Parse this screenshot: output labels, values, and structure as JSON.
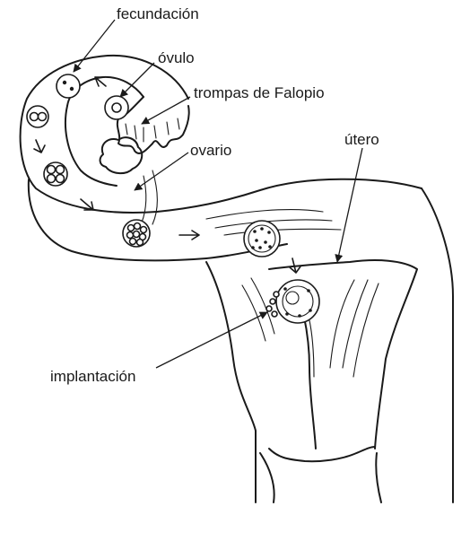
{
  "labels": {
    "fecundacion": "fecundación",
    "ovulo": "óvulo",
    "trompas": "trompas de Falopio",
    "ovario": "ovario",
    "utero": "útero",
    "implantacion": "implantación"
  },
  "colors": {
    "ink": "#1a1a1a",
    "background": "#ffffff"
  }
}
